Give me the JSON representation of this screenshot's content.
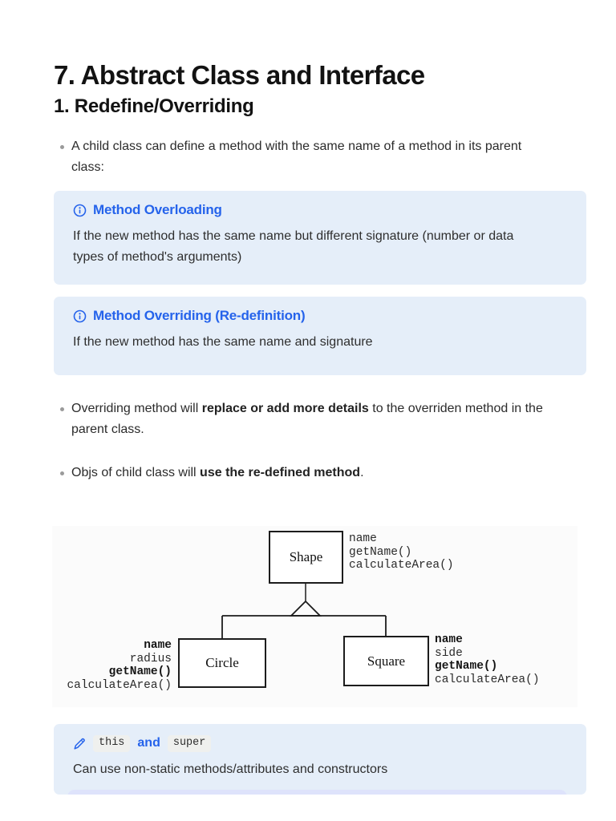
{
  "page": {
    "title": "7. Abstract Class and Interface",
    "section_heading": "1. Redefine/Overriding"
  },
  "bullets": [
    {
      "segments": [
        {
          "text": "A child class can define a method with the same name of a method in its parent class:",
          "bold": false
        }
      ]
    },
    {
      "segments": [
        {
          "text": "Overriding method will ",
          "bold": false
        },
        {
          "text": "replace or add more details",
          "bold": true
        },
        {
          "text": " to the overriden method in the parent class.",
          "bold": false
        }
      ]
    },
    {
      "segments": [
        {
          "text": "Objs of child class will ",
          "bold": false
        },
        {
          "text": "use the re-defined method",
          "bold": true
        },
        {
          "text": ".",
          "bold": false
        }
      ]
    }
  ],
  "callouts": [
    {
      "icon": "info-circle",
      "title": "Method Overloading",
      "body": "If the new method has the same name but different signature (number or data types of method's arguments)"
    },
    {
      "icon": "info-circle",
      "title": "Method Overriding (Re-definition)",
      "body": "If the new method has the same name and signature"
    }
  ],
  "note_callout": {
    "icon": "pencil",
    "title_parts": [
      {
        "text": "this",
        "code": true
      },
      {
        "text": "and",
        "code": false
      },
      {
        "text": "super",
        "code": true
      }
    ],
    "body": "Can use non-static methods/attributes and constructors"
  },
  "diagram": {
    "type": "uml-inheritance",
    "classes": [
      {
        "name": "Shape",
        "attrs": [
          {
            "text": "name",
            "bold": false
          },
          {
            "text": "getName()",
            "bold": false
          },
          {
            "text": "calculateArea()",
            "bold": false
          }
        ]
      },
      {
        "name": "Circle",
        "attrs": [
          {
            "text": "name",
            "bold": true
          },
          {
            "text": "radius",
            "bold": false
          },
          {
            "text": "getName()",
            "bold": true
          },
          {
            "text": "calculateArea()",
            "bold": false
          }
        ]
      },
      {
        "name": "Square",
        "attrs": [
          {
            "text": "name",
            "bold": true
          },
          {
            "text": "side",
            "bold": false
          },
          {
            "text": "getName()",
            "bold": true
          },
          {
            "text": "calculateArea()",
            "bold": false
          }
        ]
      }
    ]
  },
  "colors": {
    "accent_blue": "#2563eb",
    "callout_bg": "#e5eef9",
    "code_chip_bg": "#eff0ee",
    "code_block_bg": "#dee3fb",
    "heading_text": "#121212",
    "body_text": "#2b2b2b",
    "diagram_line": "#1c1c1c"
  }
}
